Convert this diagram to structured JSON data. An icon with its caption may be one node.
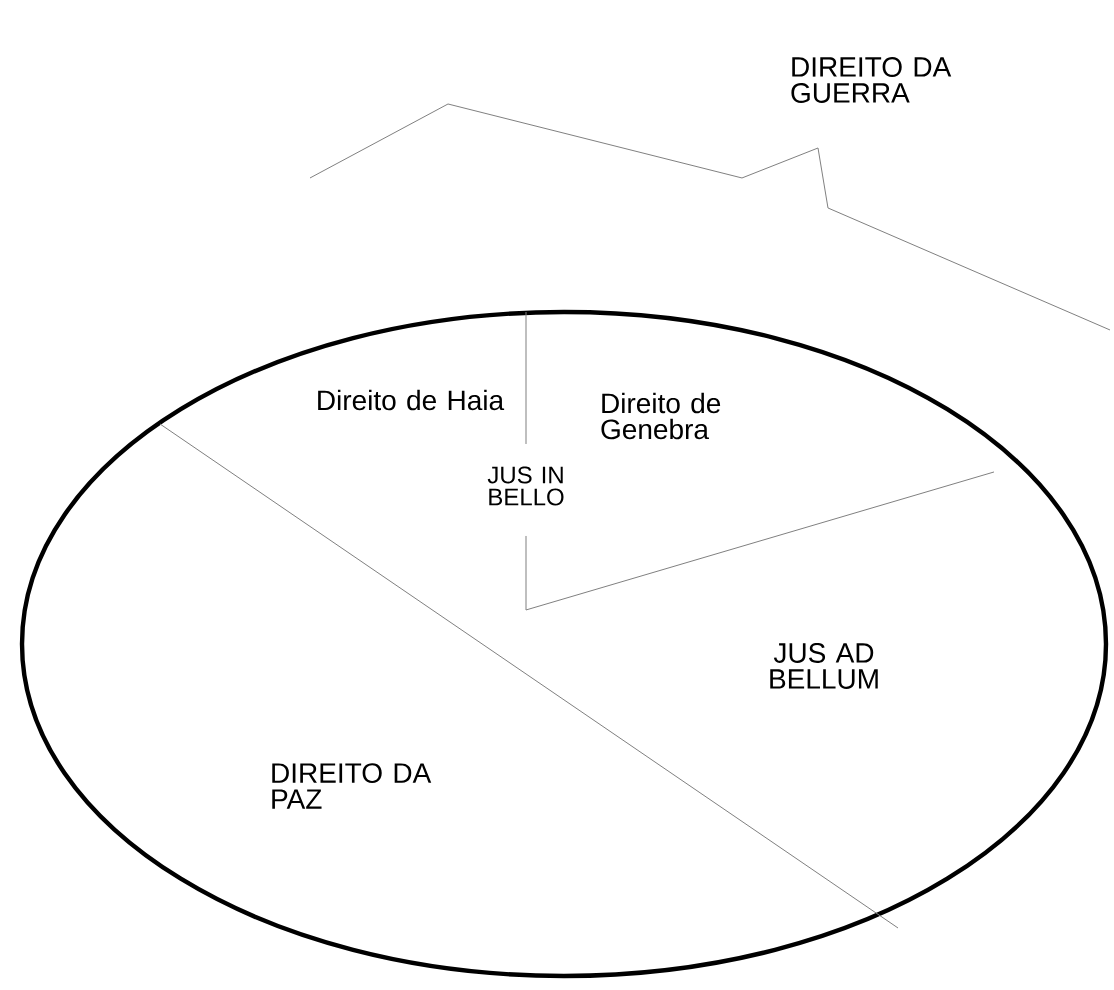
{
  "diagram": {
    "labels": [
      "DIREITO DA GUERRA",
      "Direito de Haia",
      "Direito de Genebra",
      "JUS IN BELLO",
      "JUS AD BELLUM",
      "DIREITO DA PAZ"
    ]
  }
}
